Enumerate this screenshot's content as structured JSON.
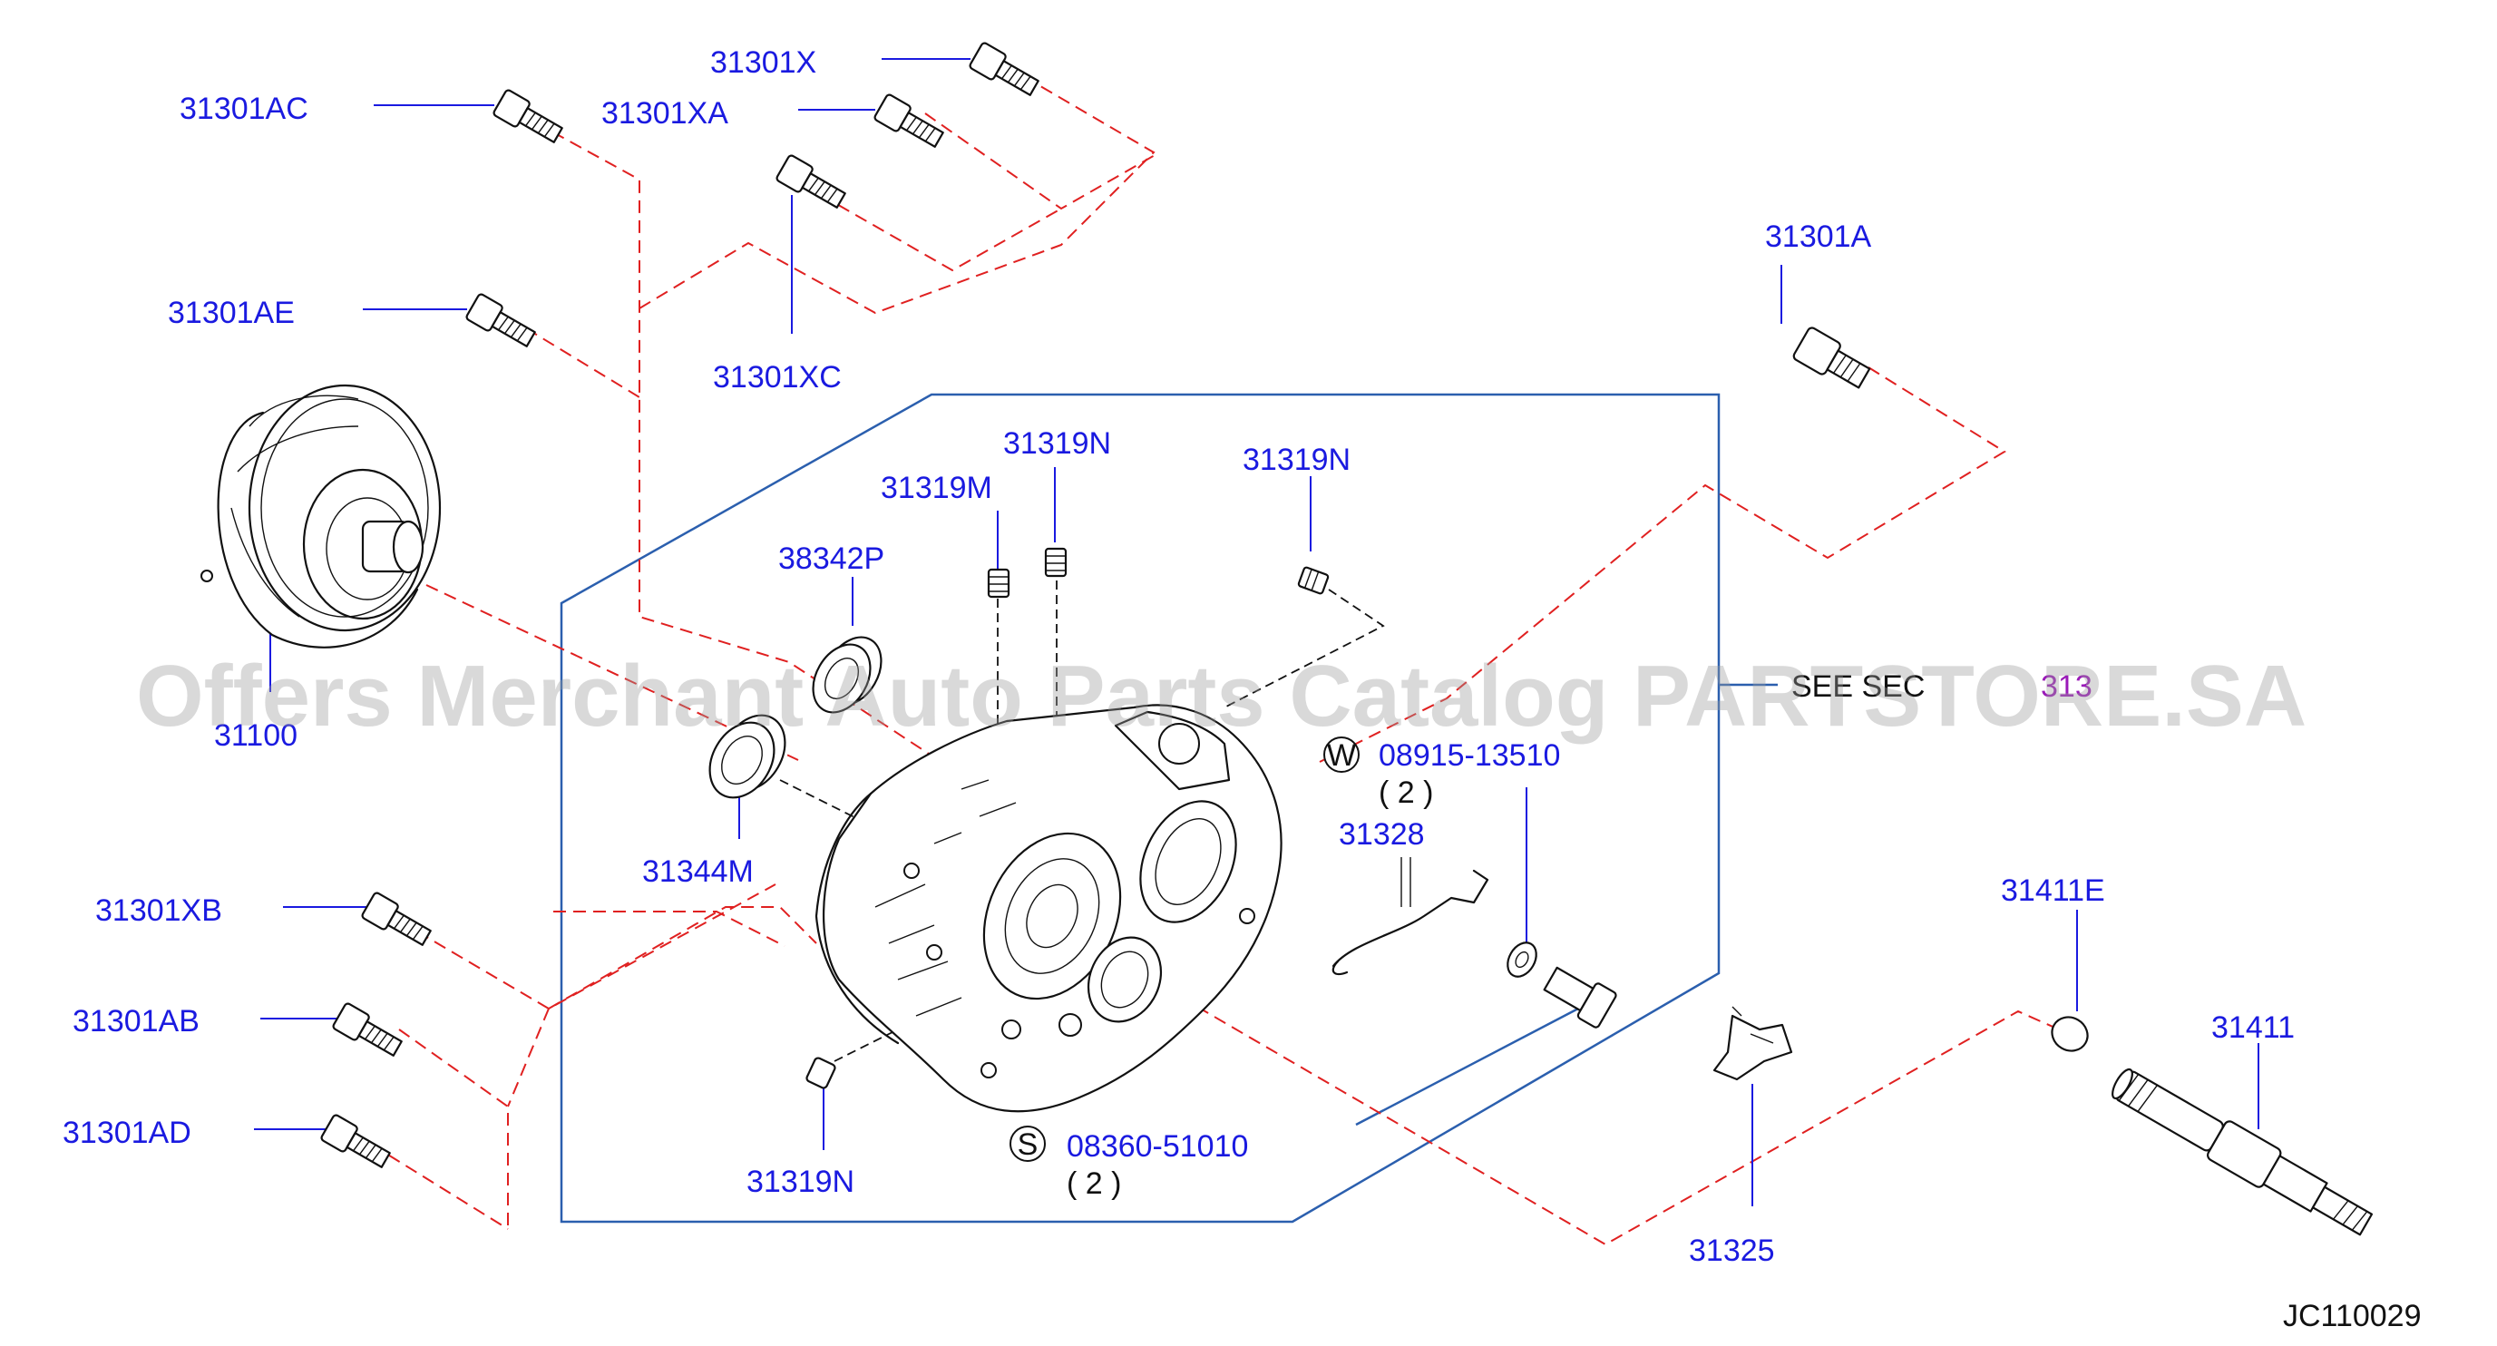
{
  "watermark": "Offers Merchant Auto Parts Catalog PARTSTORE.SA",
  "see_sec": "SEE SEC",
  "see_sec_number": "313",
  "diagram_code": "JC110029",
  "labels": {
    "p31301x": "31301X",
    "p31301ac": "31301AC",
    "p31301xa": "31301XA",
    "p31301ae": "31301AE",
    "p31301xc": "31301XC",
    "p31301a": "31301A",
    "p31319n_top": "31319N",
    "p31319m": "31319M",
    "p31319n_right": "31319N",
    "p38342p": "38342P",
    "p31100": "31100",
    "p31344m": "31344M",
    "p08915": "08915-13510",
    "p08915_qty": "( 2 )",
    "p31328": "31328",
    "p31411e": "31411E",
    "p31411": "31411",
    "p31301xb": "31301XB",
    "p31301ab": "31301AB",
    "p31301ad": "31301AD",
    "p31319n_bottom": "31319N",
    "p08360": "08360-51010",
    "p08360_qty": "( 2 )",
    "p31325": "31325"
  },
  "symbols": {
    "washer_symbol": "W",
    "screw_symbol": "S"
  },
  "colors": {
    "label": "#1a1ae0",
    "leader_dash": "#e02020",
    "frame": "#2b5fae",
    "part_line": "#111111"
  }
}
